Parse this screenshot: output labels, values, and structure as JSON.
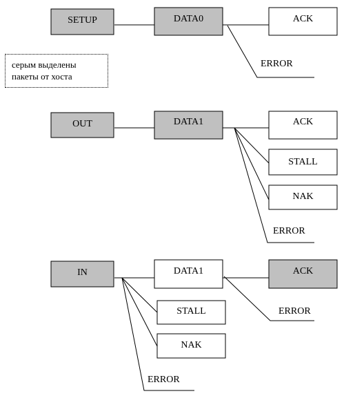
{
  "colors": {
    "host_packet": "#c0c0c0",
    "device_packet": "#ffffff",
    "line": "#000000"
  },
  "note": {
    "line1": "серым выделены",
    "line2": "пакеты от хоста"
  },
  "setup": {
    "token": "SETUP",
    "data": "DATA0",
    "ack": "ACK",
    "error": "ERROR"
  },
  "out": {
    "token": "OUT",
    "data": "DATA1",
    "ack": "ACK",
    "stall": "STALL",
    "nak": "NAK",
    "error": "ERROR"
  },
  "in": {
    "token": "IN",
    "data": "DATA1",
    "ack": "ACK",
    "data_error": "ERROR",
    "stall": "STALL",
    "nak": "NAK",
    "error": "ERROR"
  }
}
